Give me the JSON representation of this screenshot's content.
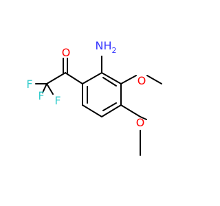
{
  "molecule": {
    "atoms": {
      "oxygen_carbonyl": "O",
      "fluorine_1": "F",
      "fluorine_2": "F",
      "fluorine_3": "F",
      "amine_nitrogen": "N",
      "amine_hydrogens": "H",
      "amine_h_count": "2",
      "methoxy_oxygen_1": "O",
      "methoxy_oxygen_2": "O"
    },
    "colors": {
      "bond": "#000000",
      "oxygen": "#ff0000",
      "fluorine": "#33cccc",
      "nitrogen": "#3333ff"
    }
  }
}
